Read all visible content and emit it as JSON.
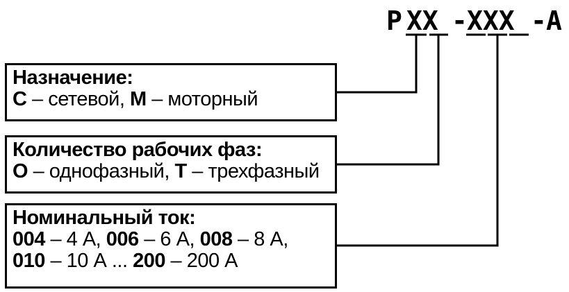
{
  "code": {
    "segments": [
      {
        "text": "P",
        "underlined": false
      },
      {
        "text": "XX",
        "underlined": true
      },
      {
        "text": "-",
        "underlined": false
      },
      {
        "text": "XXX",
        "underlined": true
      },
      {
        "text": "-",
        "underlined": false
      },
      {
        "text": "A",
        "underlined": false
      }
    ]
  },
  "purpose": {
    "heading": "Назначение:",
    "c_key": "С",
    "c_text": " – сетевой, ",
    "m_key": "М",
    "m_text": " – моторный"
  },
  "phases": {
    "heading": "Количество рабочих фаз:",
    "o_key": "О",
    "o_text": " – однофазный, ",
    "t_key": "Т",
    "t_text": " – трехфазный"
  },
  "current": {
    "heading": "Номинальный ток:",
    "k1": "004",
    "t1": " – 4 А, ",
    "k2": "006",
    "t2": " – 6 А, ",
    "k3": "008",
    "t3": " – 8 А,",
    "k4": "010",
    "t4": " – 10 А ... ",
    "k5": "200",
    "t5": " – 200 А"
  },
  "colors": {
    "line": "#000000",
    "background": "#ffffff"
  }
}
